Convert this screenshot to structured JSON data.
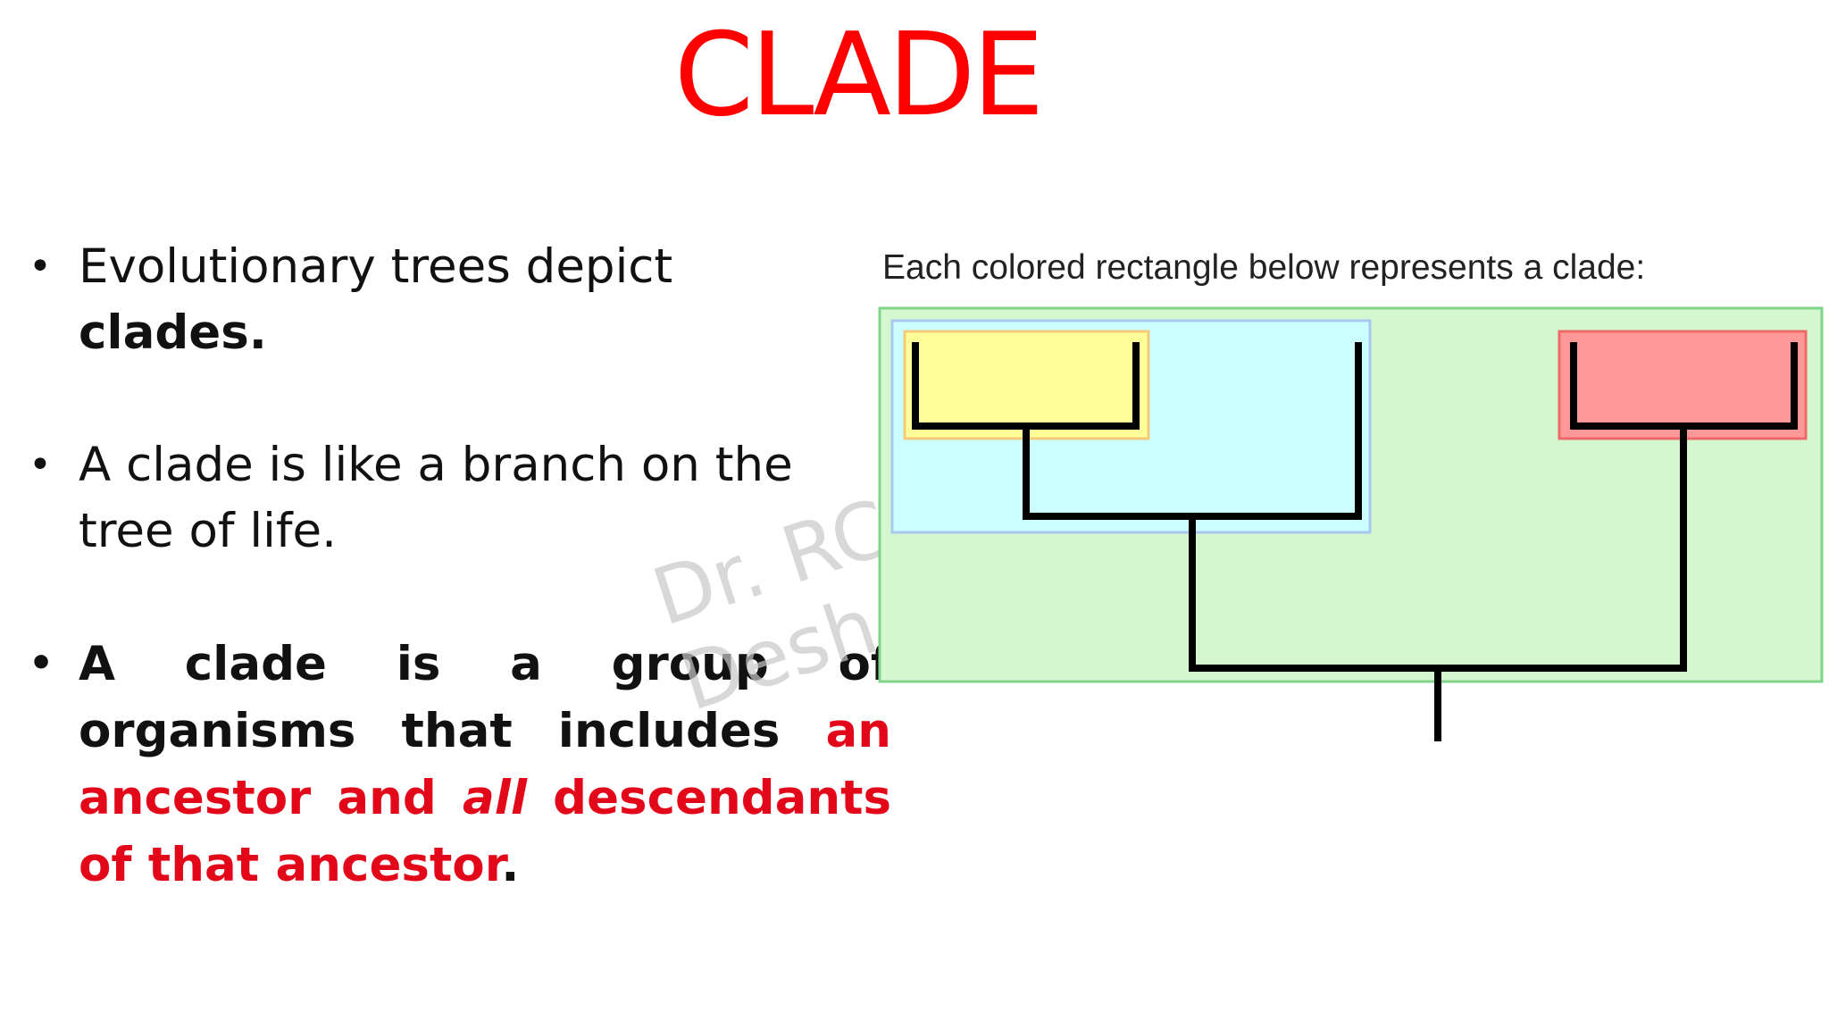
{
  "slide": {
    "title": "CLADE",
    "title_color": "#ff0000",
    "accent_red": "#e3071a"
  },
  "bullets": {
    "b1": {
      "text": "Evolutionary trees depict ",
      "bold": "clades."
    },
    "b2": {
      "text": "A clade is like a branch on the tree of life."
    },
    "b3": {
      "black_part": "A clade is a group of organisms that includes ",
      "red_part_1": "an ancestor and ",
      "red_italic": "all",
      "red_part_2": " descendants of that ancestor",
      "end_punct": "."
    }
  },
  "watermark": {
    "line1": "Dr. RC",
    "line2": "Desh"
  },
  "diagram": {
    "caption": "Each colored rectangle below represents a clade:",
    "colors": {
      "outer_fill": "#d4f7d0",
      "outer_border": "#7fd48a",
      "blue_fill": "#ccffff",
      "blue_border": "#a9c8f0",
      "yellow_fill": "#ffff99",
      "yellow_border": "#f5c97a",
      "red_fill": "#ff9999",
      "red_border": "#ee6a6a",
      "branch": "#000000"
    }
  }
}
